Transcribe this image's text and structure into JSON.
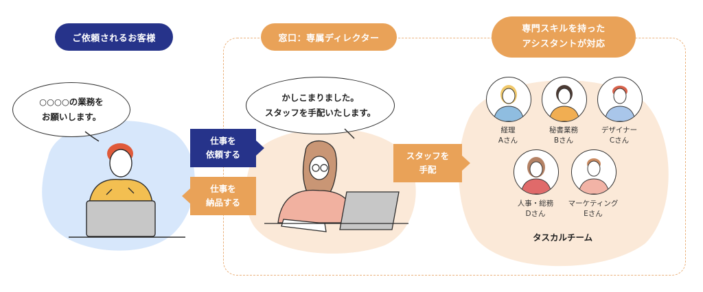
{
  "client": {
    "title": "ご依頼されるお客様",
    "speech": [
      "○○○○の業務を",
      "お願いします。"
    ]
  },
  "director": {
    "title": "窓口：専属ディレクター",
    "speech": [
      "かしこまりました。",
      "スタッフを手配いたします。"
    ]
  },
  "assistants": {
    "title_lines": [
      "専門スキルを持った",
      "アシスタントが対応"
    ],
    "team_name": "タスカルチーム"
  },
  "flows": {
    "request": [
      "仕事を",
      "依頼する"
    ],
    "deliver": [
      "仕事を",
      "納品する"
    ],
    "arrange": [
      "スタッフを",
      "手配"
    ]
  },
  "members": [
    {
      "role": "経理",
      "name": "Aさん"
    },
    {
      "role": "秘書業務",
      "name": "Bさん"
    },
    {
      "role": "デザイナー",
      "name": "Cさん"
    },
    {
      "role": "人事・総務",
      "name": "Dさん"
    },
    {
      "role": "マーケティング",
      "name": "Eさん"
    }
  ],
  "colors": {
    "navy": "#26338a",
    "orange": "#e9a258",
    "blue_blob": "#d7e7fb",
    "peach_blob": "#fbe9d8"
  }
}
